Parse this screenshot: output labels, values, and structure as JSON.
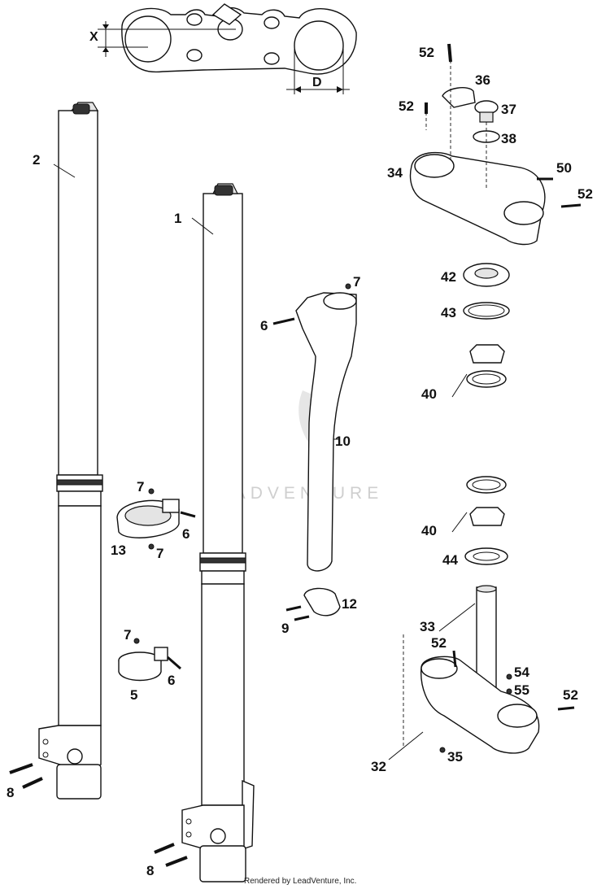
{
  "diagram": {
    "dimension_labels": {
      "x": "X",
      "d": "D"
    },
    "callouts": [
      "52",
      "36",
      "52",
      "37",
      "38",
      "34",
      "50",
      "52",
      "2",
      "1",
      "7",
      "6",
      "10",
      "42",
      "43",
      "40",
      "7",
      "6",
      "13",
      "7",
      "40",
      "44",
      "12",
      "9",
      "33",
      "52",
      "54",
      "55",
      "52",
      "7",
      "5",
      "6",
      "32",
      "35",
      "8",
      "8"
    ],
    "watermark": "LEADVENTURE",
    "credit": "Rendered by LeadVenture, Inc."
  }
}
